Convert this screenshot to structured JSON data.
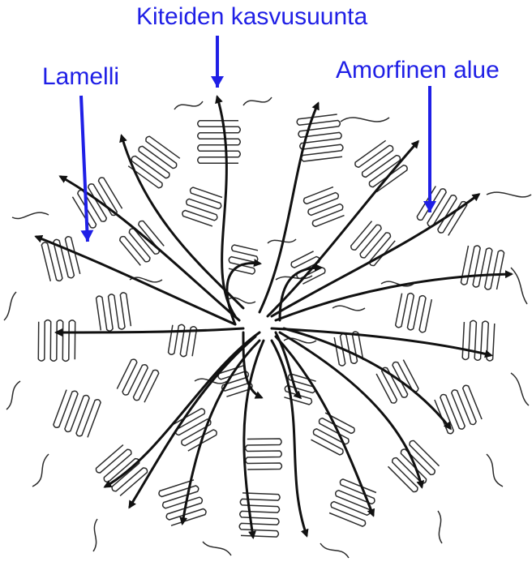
{
  "labels": {
    "growth_direction": "Kiteiden kasvusuunta",
    "lamella": "Lamelli",
    "amorphous_region": "Amorfinen alue"
  },
  "colors": {
    "label": "#1f1fe6",
    "pointer": "#1f1fe6",
    "line": "#2b2b2b",
    "arrow": "#111111"
  }
}
